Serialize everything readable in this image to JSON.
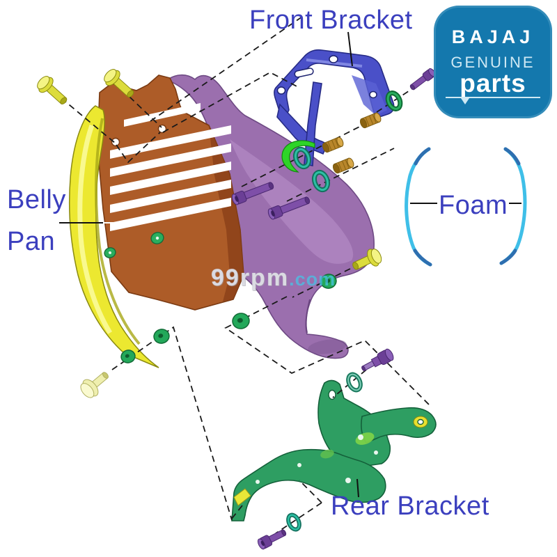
{
  "labels": {
    "front_bracket": "Front Bracket",
    "belly_pan_line1": "Belly",
    "belly_pan_line2": "Pan",
    "foam": "Foam",
    "rear_bracket": "Rear Bracket"
  },
  "logo": {
    "brand": "BAJAJ",
    "line1": "GENUINE",
    "line2": "parts"
  },
  "watermark": {
    "name": "99rpm",
    "tld": ".com"
  },
  "colors": {
    "label_text": "#3B3FBE",
    "logo_background": "#1478AD",
    "logo_text": "#FFFFFF",
    "logo_subtext": "#CFE9F4",
    "belly_pan_purple": "#9B6FAE",
    "grille_brown": "#AD5C28",
    "trim_yellow": "#E8E030",
    "front_bracket_blue": "#4A50C8",
    "rear_bracket_green": "#2E9E62",
    "foam_cyan": "#3FBFE8",
    "bolt_purple": "#7E4FA8",
    "bolt_yellow": "#DCDC3C",
    "spacer_gold": "#B8862B",
    "grommet_green": "#1FA254",
    "oring_teal": "#1E9E86",
    "leader_line": "#111111"
  },
  "parts": [
    {
      "name": "belly-pan-purple-shell",
      "color": "#9B6FAE"
    },
    {
      "name": "front-grille-panel",
      "color": "#AD5C28"
    },
    {
      "name": "yellow-side-trim",
      "color": "#E8E030"
    },
    {
      "name": "front-bracket",
      "color": "#4A50C8"
    },
    {
      "name": "rear-bracket",
      "color": "#2E9E62"
    },
    {
      "name": "foam-strip-left",
      "color": "#3FBFE8"
    },
    {
      "name": "foam-strip-right",
      "color": "#3FBFE8"
    },
    {
      "name": "yellow-bolts",
      "color": "#DCDC3C"
    },
    {
      "name": "purple-bolts",
      "color": "#7E4FA8"
    },
    {
      "name": "gold-spacers",
      "color": "#B8862B"
    },
    {
      "name": "green-grommets",
      "color": "#1FA254"
    },
    {
      "name": "teal-o-rings",
      "color": "#1E9E86"
    },
    {
      "name": "green-clip",
      "color": "#2ED428"
    }
  ]
}
